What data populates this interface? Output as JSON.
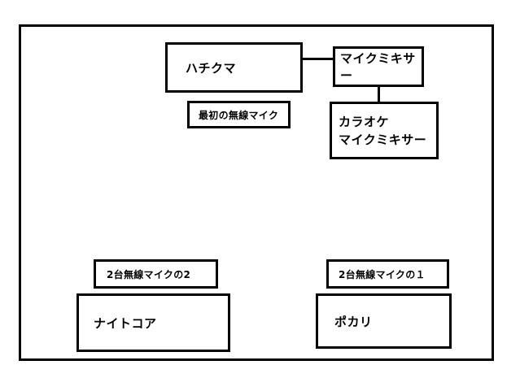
{
  "nodes": {
    "hachikuma": "ハチクマ",
    "first_wireless_mic": "最初の無線マイク",
    "mic_mixer": "マイクミキサー",
    "karaoke_line1": "カラオケ",
    "karaoke_line2": "マイクミキサー",
    "dual_mic_2": "2台無線マイクの2",
    "dual_mic_1": "2台無線マイクの１",
    "naitokoa": "ナイトコア",
    "pokari": "ポカリ"
  }
}
